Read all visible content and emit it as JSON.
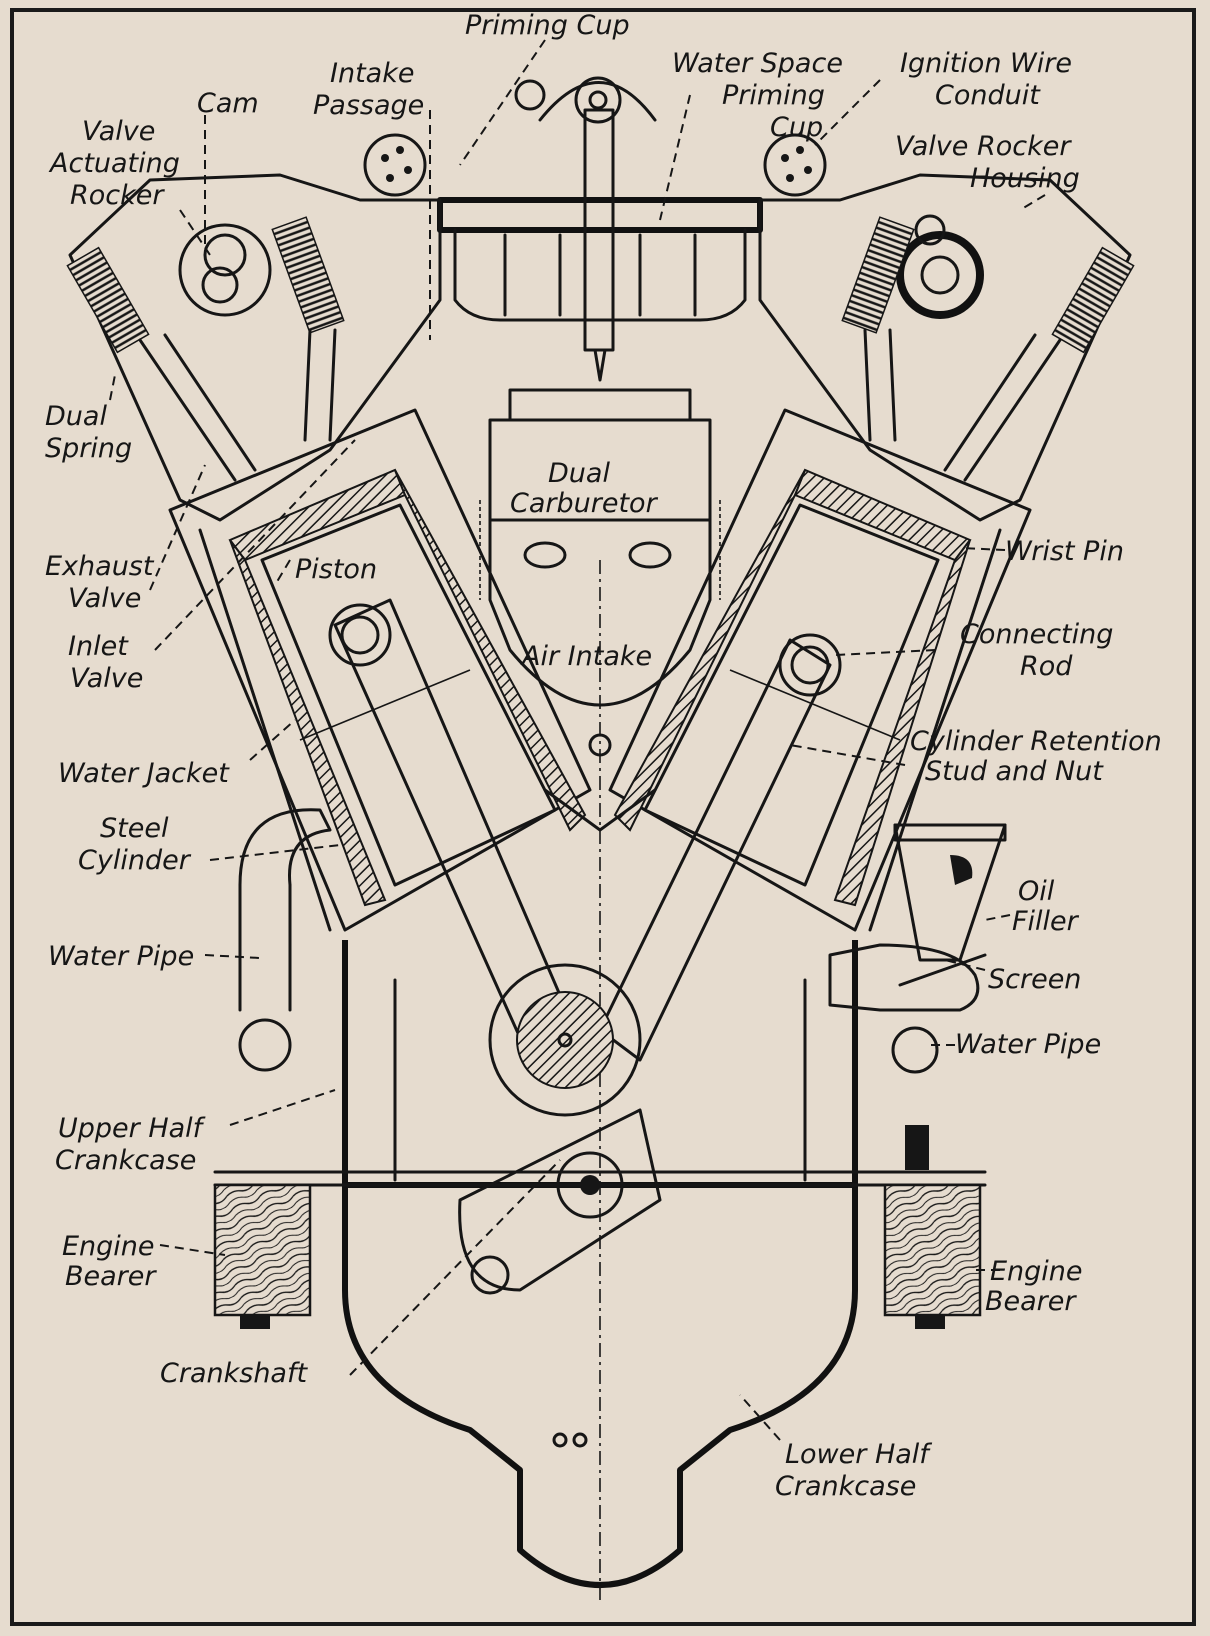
{
  "diagram": {
    "labels": {
      "priming_cup": "Priming Cup",
      "intake_passage": [
        "Intake",
        "Passage"
      ],
      "cam": "Cam",
      "water_space_priming_cup": [
        "Water Space",
        "Priming",
        "Cup"
      ],
      "ignition_wire_conduit": [
        "Ignition Wire",
        "Conduit"
      ],
      "valve_actuating_rocker": [
        "Valve",
        "Actuating",
        "Rocker"
      ],
      "valve_rocker_housing": [
        "Valve Rocker",
        "Housing"
      ],
      "dual_spring": [
        "Dual",
        "Spring"
      ],
      "dual_carburetor": [
        "Dual",
        "Carburetor"
      ],
      "exhaust_valve": [
        "Exhaust",
        "Valve"
      ],
      "wrist_pin": "Wrist Pin",
      "piston": "Piston",
      "connecting_rod": [
        "Connecting",
        "Rod"
      ],
      "inlet_valve": [
        "Inlet",
        "Valve"
      ],
      "air_intake": "Air Intake",
      "water_jacket": "Water Jacket",
      "cylinder_retention": [
        "Cylinder Retention",
        "Stud and Nut"
      ],
      "steel_cylinder": [
        "Steel",
        "Cylinder"
      ],
      "oil_filler": [
        "Oil",
        "Filler"
      ],
      "water_pipe_left": "Water Pipe",
      "screen": "Screen",
      "water_pipe_right": "Water Pipe",
      "upper_half_crankcase": [
        "Upper Half",
        "Crankcase"
      ],
      "engine_bearer_left": [
        "Engine",
        "Bearer"
      ],
      "engine_bearer_right": [
        "Engine",
        "Bearer"
      ],
      "crankshaft": "Crankshaft",
      "lower_half_crankcase": [
        "Lower Half",
        "Crankcase"
      ]
    }
  }
}
